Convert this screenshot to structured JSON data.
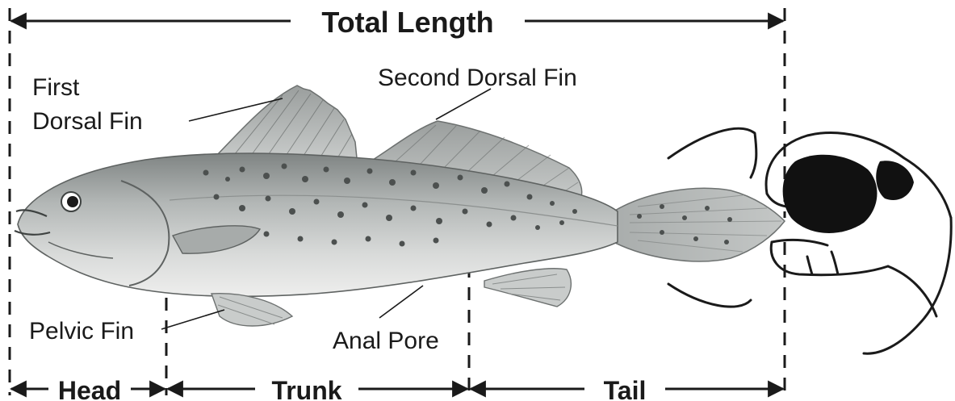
{
  "title": "Total Length",
  "parts": {
    "first_dorsal_line1": "First",
    "first_dorsal_line2": "Dorsal Fin",
    "second_dorsal": "Second Dorsal Fin",
    "pelvic": "Pelvic Fin",
    "anal_pore": "Anal Pore"
  },
  "segments": {
    "head": "Head",
    "trunk": "Trunk",
    "tail": "Tail"
  },
  "colors": {
    "ink": "#1a1a1a",
    "fish_body": "#b9bcbc",
    "fish_belly": "#e6e7e6",
    "fish_back": "#8e9291",
    "spots": "#4a4a4a"
  }
}
